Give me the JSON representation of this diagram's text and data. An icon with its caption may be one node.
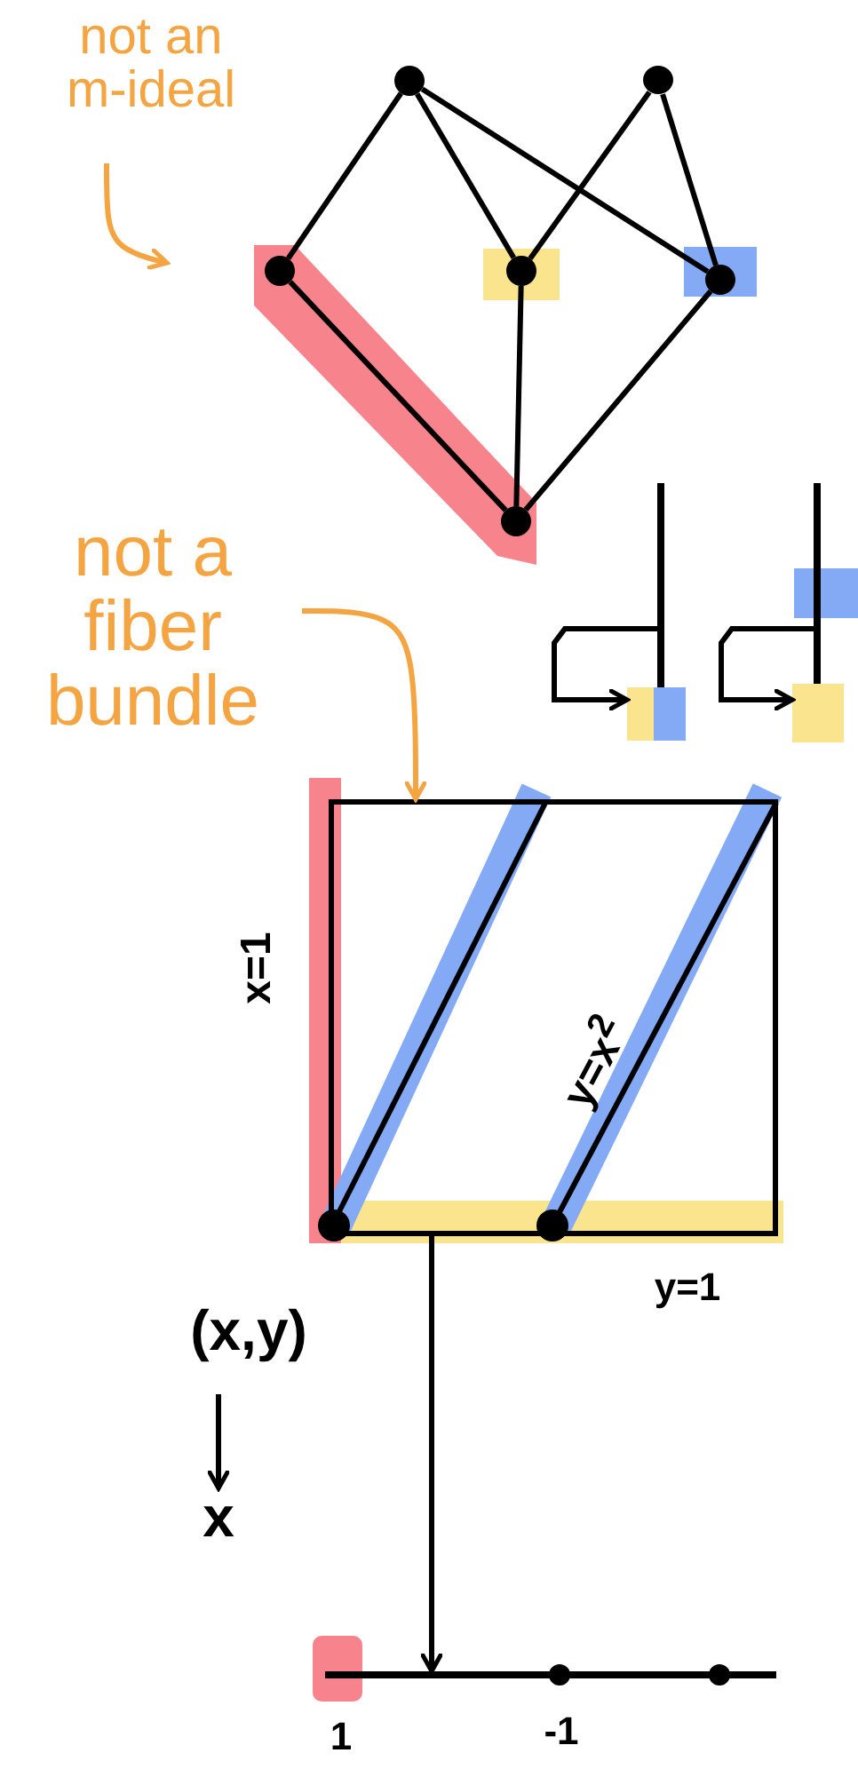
{
  "diagram": {
    "nodes": [
      {
        "text": [
          "not an m-ideal"
        ]
      },
      {
        "text": [],
        "shape": "circle"
      },
      {
        "text": [],
        "shape": "circle"
      },
      {
        "text": [],
        "shape": "circle"
      },
      {
        "text": [],
        "shape": "circle"
      },
      {
        "text": [],
        "shape": "circle"
      },
      {
        "text": [],
        "shape": "circle"
      },
      {
        "text": [
          "not a fiber bundle"
        ]
      },
      {
        "text": [],
        "shape": "bar"
      },
      {
        "text": [],
        "shape": "bar"
      },
      {
        "text": [],
        "shape": "box"
      },
      {
        "text": [],
        "shape": "box"
      },
      {
        "text": [],
        "shape": "box"
      },
      {
        "text": [
          "(x,y)"
        ]
      },
      {
        "text": [
          "x"
        ]
      },
      {
        "text": [],
        "shape": "bar"
      }
    ],
    "edges": [
      {
        "from": 0,
        "to": null,
        "arrow": "to",
        "color": "#f5a442"
      },
      {
        "from": 1,
        "to": 3,
        "arrow": "none"
      },
      {
        "from": 1,
        "to": 4,
        "arrow": "none"
      },
      {
        "from": 1,
        "to": 5,
        "arrow": "none"
      },
      {
        "from": 2,
        "to": 4,
        "arrow": "none"
      },
      {
        "from": 2,
        "to": 5,
        "arrow": "none"
      },
      {
        "from": 3,
        "to": 6,
        "arrow": "none"
      },
      {
        "from": 4,
        "to": 6,
        "arrow": "none"
      },
      {
        "from": 5,
        "to": 6,
        "arrow": "none"
      },
      {
        "from": 7,
        "to": 12,
        "arrow": "to",
        "color": "#f5a442"
      },
      {
        "from": 8,
        "to": 10,
        "arrow": "to"
      },
      {
        "from": 9,
        "to": 11,
        "arrow": "to"
      },
      {
        "from": 12,
        "to": 15,
        "arrow": "to"
      },
      {
        "from": 13,
        "to": 14,
        "arrow": "to"
      }
    ],
    "labels": [
      "x=1",
      "y=x$^{2}$",
      "y=1",
      "1",
      "-1"
    ]
  }
}
